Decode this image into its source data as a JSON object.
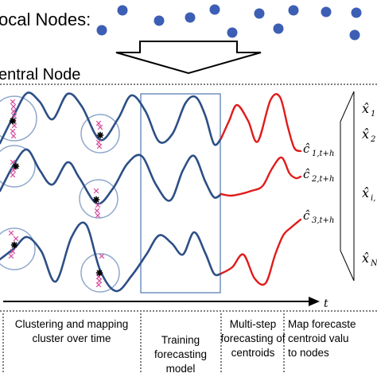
{
  "header": {
    "local_nodes_label": "ocal Nodes:",
    "central_node_label": "entral Node"
  },
  "series_labels": [
    {
      "main": "ĉ",
      "sub": "1,t+h"
    },
    {
      "main": "ĉ",
      "sub": "2,t+h"
    },
    {
      "main": "ĉ",
      "sub": "3,t+h"
    }
  ],
  "output_labels": [
    {
      "main": "x̂",
      "sub": "1"
    },
    {
      "main": "x̂",
      "sub": "2"
    },
    {
      "main": "x̂",
      "sub": "i,"
    },
    {
      "main": "x̂",
      "sub": "N"
    }
  ],
  "time_axis_label": "t",
  "stages": [
    {
      "lines": [
        "Clustering and mapping",
        "cluster over time"
      ]
    },
    {
      "lines": [
        "Training",
        "forecasting",
        "model"
      ]
    },
    {
      "lines": [
        "Multi-step",
        "forecasting of",
        "centroids"
      ]
    },
    {
      "lines": [
        "Map forecaste",
        "centroid valu",
        "to nodes"
      ]
    }
  ],
  "colors": {
    "node_dot": "#3c5fb5",
    "wave": "#2d4f86",
    "forecast": "#e11b1b",
    "cluster_circle": "#8fa8cc",
    "marker_x": "#d94fa0",
    "box": "#5a7fb8"
  },
  "icons": {
    "star": "asterisk-marker",
    "cross": "cross-marker"
  }
}
